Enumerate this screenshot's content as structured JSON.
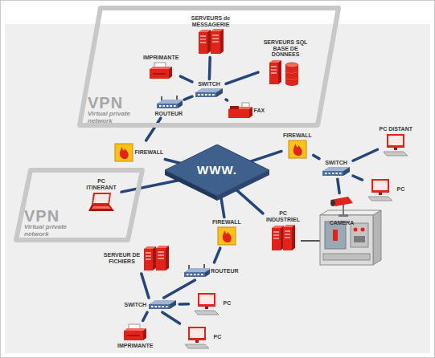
{
  "diagram": {
    "nodes": [
      {
        "text": [
          "VPN",
          "Virtual private network"
        ]
      },
      {
        "text": [
          "SERVEURS de MESSAGERIE"
        ],
        "in": 0
      },
      {
        "text": [
          "IMPRIMANTE"
        ],
        "in": 0
      },
      {
        "text": [
          "SERVEURS SQL BASE DE DONNEES"
        ],
        "in": 0
      },
      {
        "text": [
          "SWITCH"
        ],
        "in": 0
      },
      {
        "text": [
          "FAX"
        ],
        "in": 0
      },
      {
        "text": [
          "ROUTEUR"
        ],
        "in": 0
      },
      {
        "text": [
          "FIREWALL"
        ]
      },
      {
        "text": [
          "WWW."
        ]
      },
      {
        "text": [
          "FIREWALL"
        ]
      },
      {
        "text": [
          "SWITCH"
        ]
      },
      {
        "text": [
          "PC DISTANT"
        ]
      },
      {
        "text": [
          "PC"
        ]
      },
      {
        "text": [
          "CAMERA"
        ]
      },
      {
        "text": [
          "VPN",
          "Virtual private network"
        ]
      },
      {
        "text": [
          "PC ITINERANT"
        ],
        "in": 14
      },
      {
        "text": [
          "PC INDUSTRIEL"
        ]
      },
      {
        "text": [
          "FIREWALL"
        ]
      },
      {
        "text": [
          "ROUTEUR"
        ]
      },
      {
        "text": [
          "SERVEUR DE FICHIERS"
        ]
      },
      {
        "text": [
          "SWITCH"
        ]
      },
      {
        "text": [
          "PC"
        ]
      },
      {
        "text": [
          "PC"
        ]
      },
      {
        "text": [
          "IMPRIMANTE"
        ]
      }
    ],
    "edges": [
      {
        "from": 4,
        "to": 1,
        "arrow": "none"
      },
      {
        "from": 4,
        "to": 2,
        "arrow": "none"
      },
      {
        "from": 4,
        "to": 3,
        "arrow": "none"
      },
      {
        "from": 4,
        "to": 5,
        "arrow": "none"
      },
      {
        "from": 4,
        "to": 6,
        "arrow": "none"
      },
      {
        "from": 6,
        "to": 7,
        "arrow": "none"
      },
      {
        "from": 7,
        "to": 8,
        "arrow": "none"
      },
      {
        "from": 8,
        "to": 9,
        "arrow": "none"
      },
      {
        "from": 9,
        "to": 10,
        "arrow": "none"
      },
      {
        "from": 10,
        "to": 11,
        "arrow": "none"
      },
      {
        "from": 10,
        "to": 12,
        "arrow": "none"
      },
      {
        "from": 10,
        "to": 13,
        "arrow": "none"
      },
      {
        "from": 8,
        "to": 15,
        "arrow": "none"
      },
      {
        "from": 8,
        "to": 16,
        "arrow": "none"
      },
      {
        "from": 8,
        "to": 17,
        "arrow": "none"
      },
      {
        "from": 17,
        "to": 18,
        "arrow": "none"
      },
      {
        "from": 18,
        "to": 20,
        "arrow": "none"
      },
      {
        "from": 19,
        "to": 20,
        "arrow": "none"
      },
      {
        "from": 20,
        "to": 21,
        "arrow": "none"
      },
      {
        "from": 20,
        "to": 22,
        "arrow": "none"
      },
      {
        "from": 20,
        "to": 23,
        "arrow": "none"
      }
    ]
  }
}
